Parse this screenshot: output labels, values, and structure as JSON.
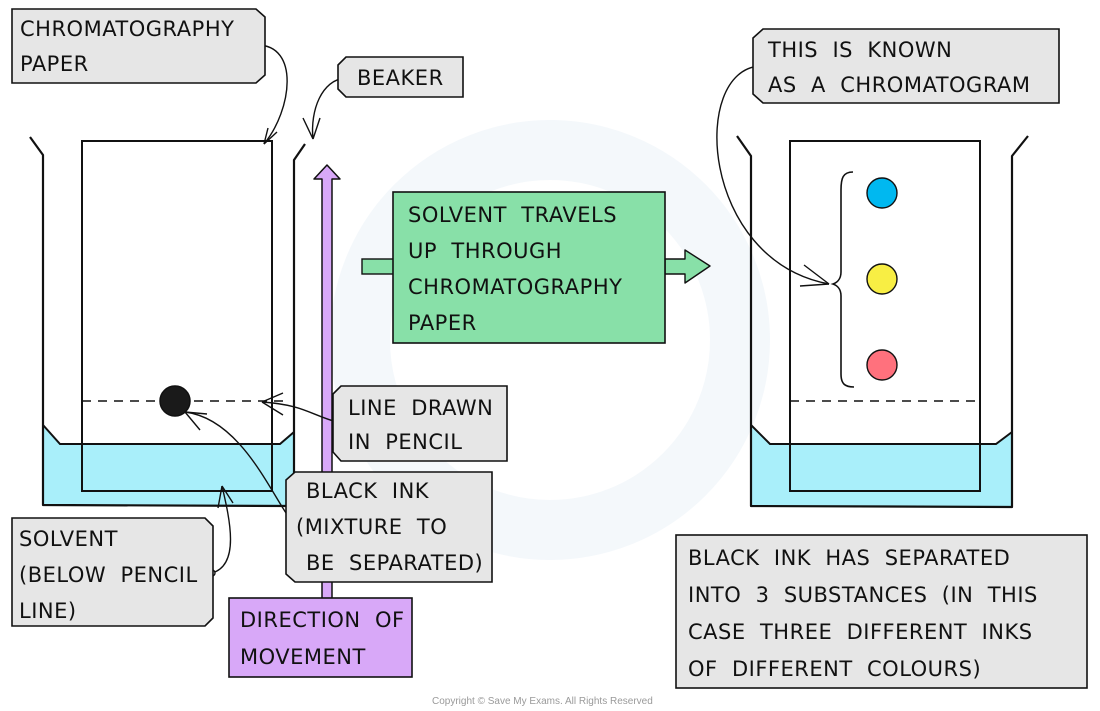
{
  "title": "Paper chromatography setup and resulting chromatogram",
  "colors": {
    "label_fill": "#e6e6e6",
    "solvent": "#a9effa",
    "process_box": "#88e0a8",
    "direction_box": "#d8a8f8",
    "ink_spot": "#1a1a1a",
    "spot_blue": "#00b8f0",
    "spot_yellow": "#f8ee44",
    "spot_red": "#ff717d"
  },
  "labels": {
    "chromatography_paper": [
      "CHROMATOGRAPHY",
      "PAPER"
    ],
    "beaker": [
      "BEAKER"
    ],
    "line_drawn": [
      "LINE  DRAWN",
      "IN  PENCIL"
    ],
    "black_ink": [
      "BLACK  INK",
      "(MIXTURE  TO",
      "BE  SEPARATED)"
    ],
    "solvent": [
      "SOLVENT",
      "(BELOW  PENCIL",
      "LINE)"
    ],
    "direction": [
      "DIRECTION  OF",
      "MOVEMENT"
    ],
    "process": [
      "SOLVENT  TRAVELS",
      "UP  THROUGH",
      "CHROMATOGRAPHY",
      "PAPER"
    ],
    "chromatogram": [
      "THIS  IS  KNOWN",
      "AS  A  CHROMATOGRAM"
    ],
    "result": [
      "BLACK  INK  HAS  SEPARATED",
      "INTO  3  SUBSTANCES  (IN  THIS",
      "CASE  THREE  DIFFERENT  INKS",
      "OF  DIFFERENT  COLOURS)"
    ]
  },
  "separated_spots": [
    {
      "name": "blue-spot",
      "color": "blue"
    },
    {
      "name": "yellow-spot",
      "color": "yellow"
    },
    {
      "name": "red-spot",
      "color": "red"
    }
  ],
  "copyright": "Copyright © Save My Exams. All Rights Reserved"
}
